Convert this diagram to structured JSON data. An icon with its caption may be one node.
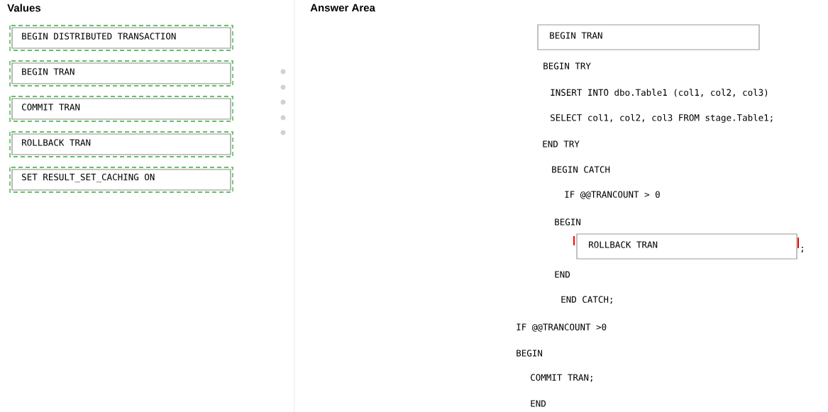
{
  "diagram": {
    "nodes": [
      {
        "text": [
          "BEGIN DISTRIBUTED TRANSACTION"
        ]
      },
      {
        "text": [
          "BEGIN TRAN"
        ]
      },
      {
        "text": [
          "COMMIT TRAN"
        ]
      },
      {
        "text": [
          "ROLLBACK TRAN"
        ]
      },
      {
        "text": [
          "SET RESULT_SET_CACHING ON"
        ]
      },
      {
        "text": [
          "BEGIN TRAN"
        ]
      },
      {
        "text": [
          "ROLLBACK TRAN"
        ]
      }
    ],
    "edges": [],
    "labels": [
      "Values",
      "Answer Area",
      "BEGIN TRY",
      "INSERT INTO dbo.Table1 (col1, col2, col3)",
      "SELECT col1, col2, col3 FROM stage.Table1;",
      "END TRY",
      "BEGIN CATCH",
      "IF @@TRANCOUNT > 0",
      "BEGIN",
      ";",
      "END",
      "END CATCH;",
      "IF @@TRANCOUNT >0",
      "BEGIN",
      "COMMIT TRAN;",
      "END"
    ]
  }
}
